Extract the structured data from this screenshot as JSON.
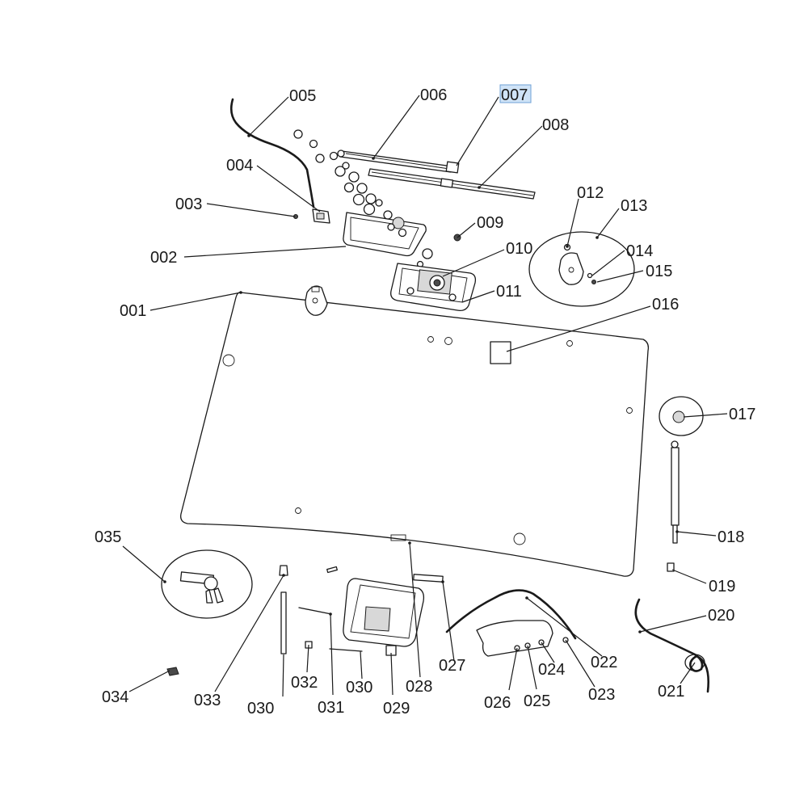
{
  "selected_label": "007",
  "colors": {
    "highlight": "#cfe3f7",
    "highlight_border": "#6fa0d6",
    "ink": "#1a1a1a"
  },
  "labels": {
    "l001": "001",
    "l002": "002",
    "l003": "003",
    "l004": "004",
    "l005": "005",
    "l006": "006",
    "l007": "007",
    "l008": "008",
    "l009": "009",
    "l010": "010",
    "l011": "011",
    "l012": "012",
    "l013": "013",
    "l014": "014",
    "l015": "015",
    "l016": "016",
    "l017": "017",
    "l018": "018",
    "l019": "019",
    "l020": "020",
    "l021": "021",
    "l022": "022",
    "l023": "023",
    "l024": "024",
    "l025": "025",
    "l026": "026",
    "l027": "027",
    "l028": "028",
    "l029": "029",
    "l030a": "030",
    "l030b": "030",
    "l031": "031",
    "l032": "032",
    "l033": "033",
    "l034": "034",
    "l035": "035"
  }
}
